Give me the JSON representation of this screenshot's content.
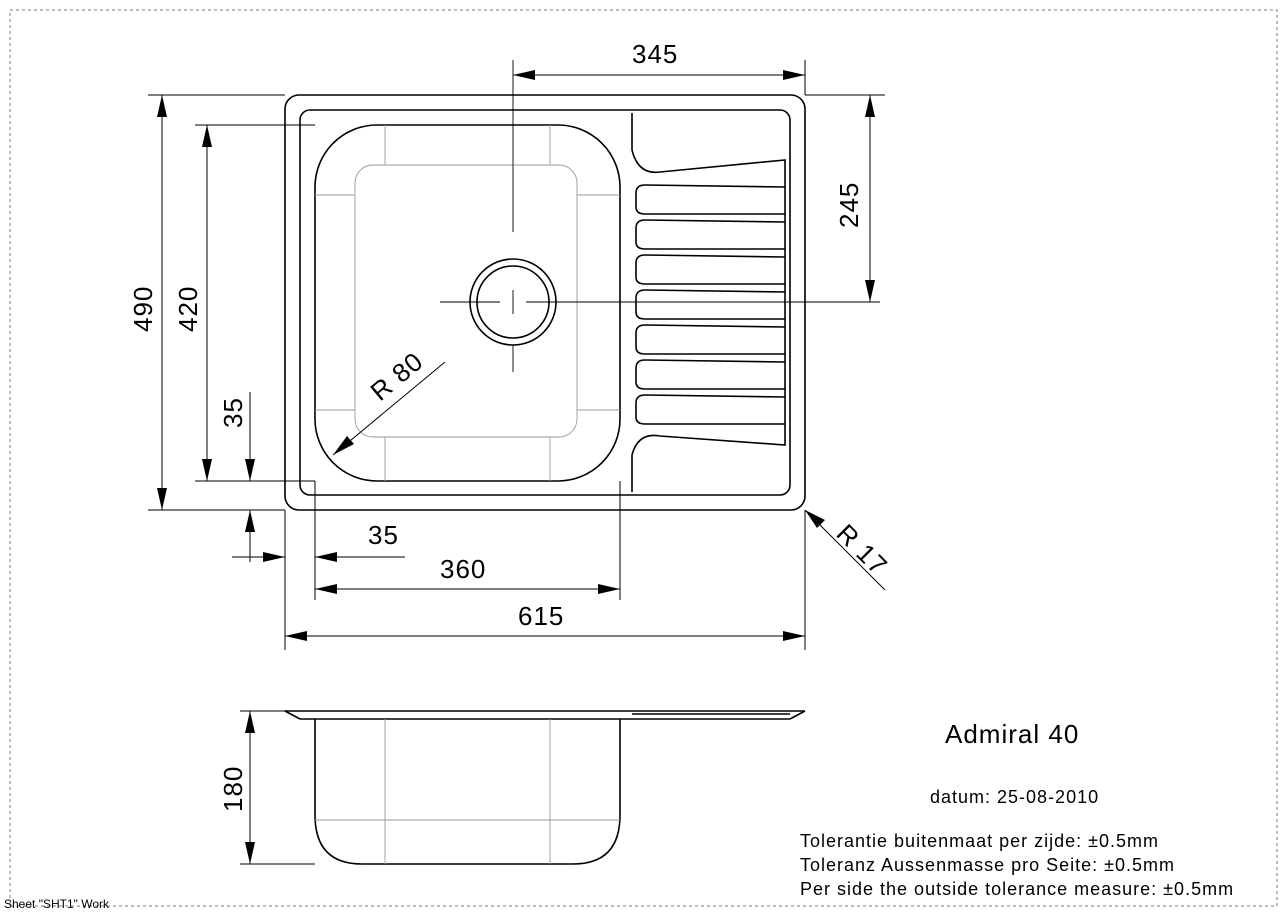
{
  "drawing": {
    "product_name": "Admiral 40",
    "date_label": "datum: 25-08-2010",
    "tolerance_lines": [
      "Tolerantie buitenmaat per zijde: ±0.5mm",
      "Toleranz Aussenmasse pro Seite: ±0.5mm",
      "Per side the outside tolerance measure: ±0.5mm"
    ],
    "sheet_label": "Sheet \"SHT1\" Work",
    "dimensions": {
      "top_width": "345",
      "drain_offset": "245",
      "overall_height": "490",
      "bowl_height": "420",
      "rim_offset_vertical": "35",
      "rim_offset_horizontal": "35",
      "bowl_width": "360",
      "overall_width": "615",
      "bowl_radius": "R 80",
      "corner_radius": "R 17",
      "depth": "180"
    }
  }
}
